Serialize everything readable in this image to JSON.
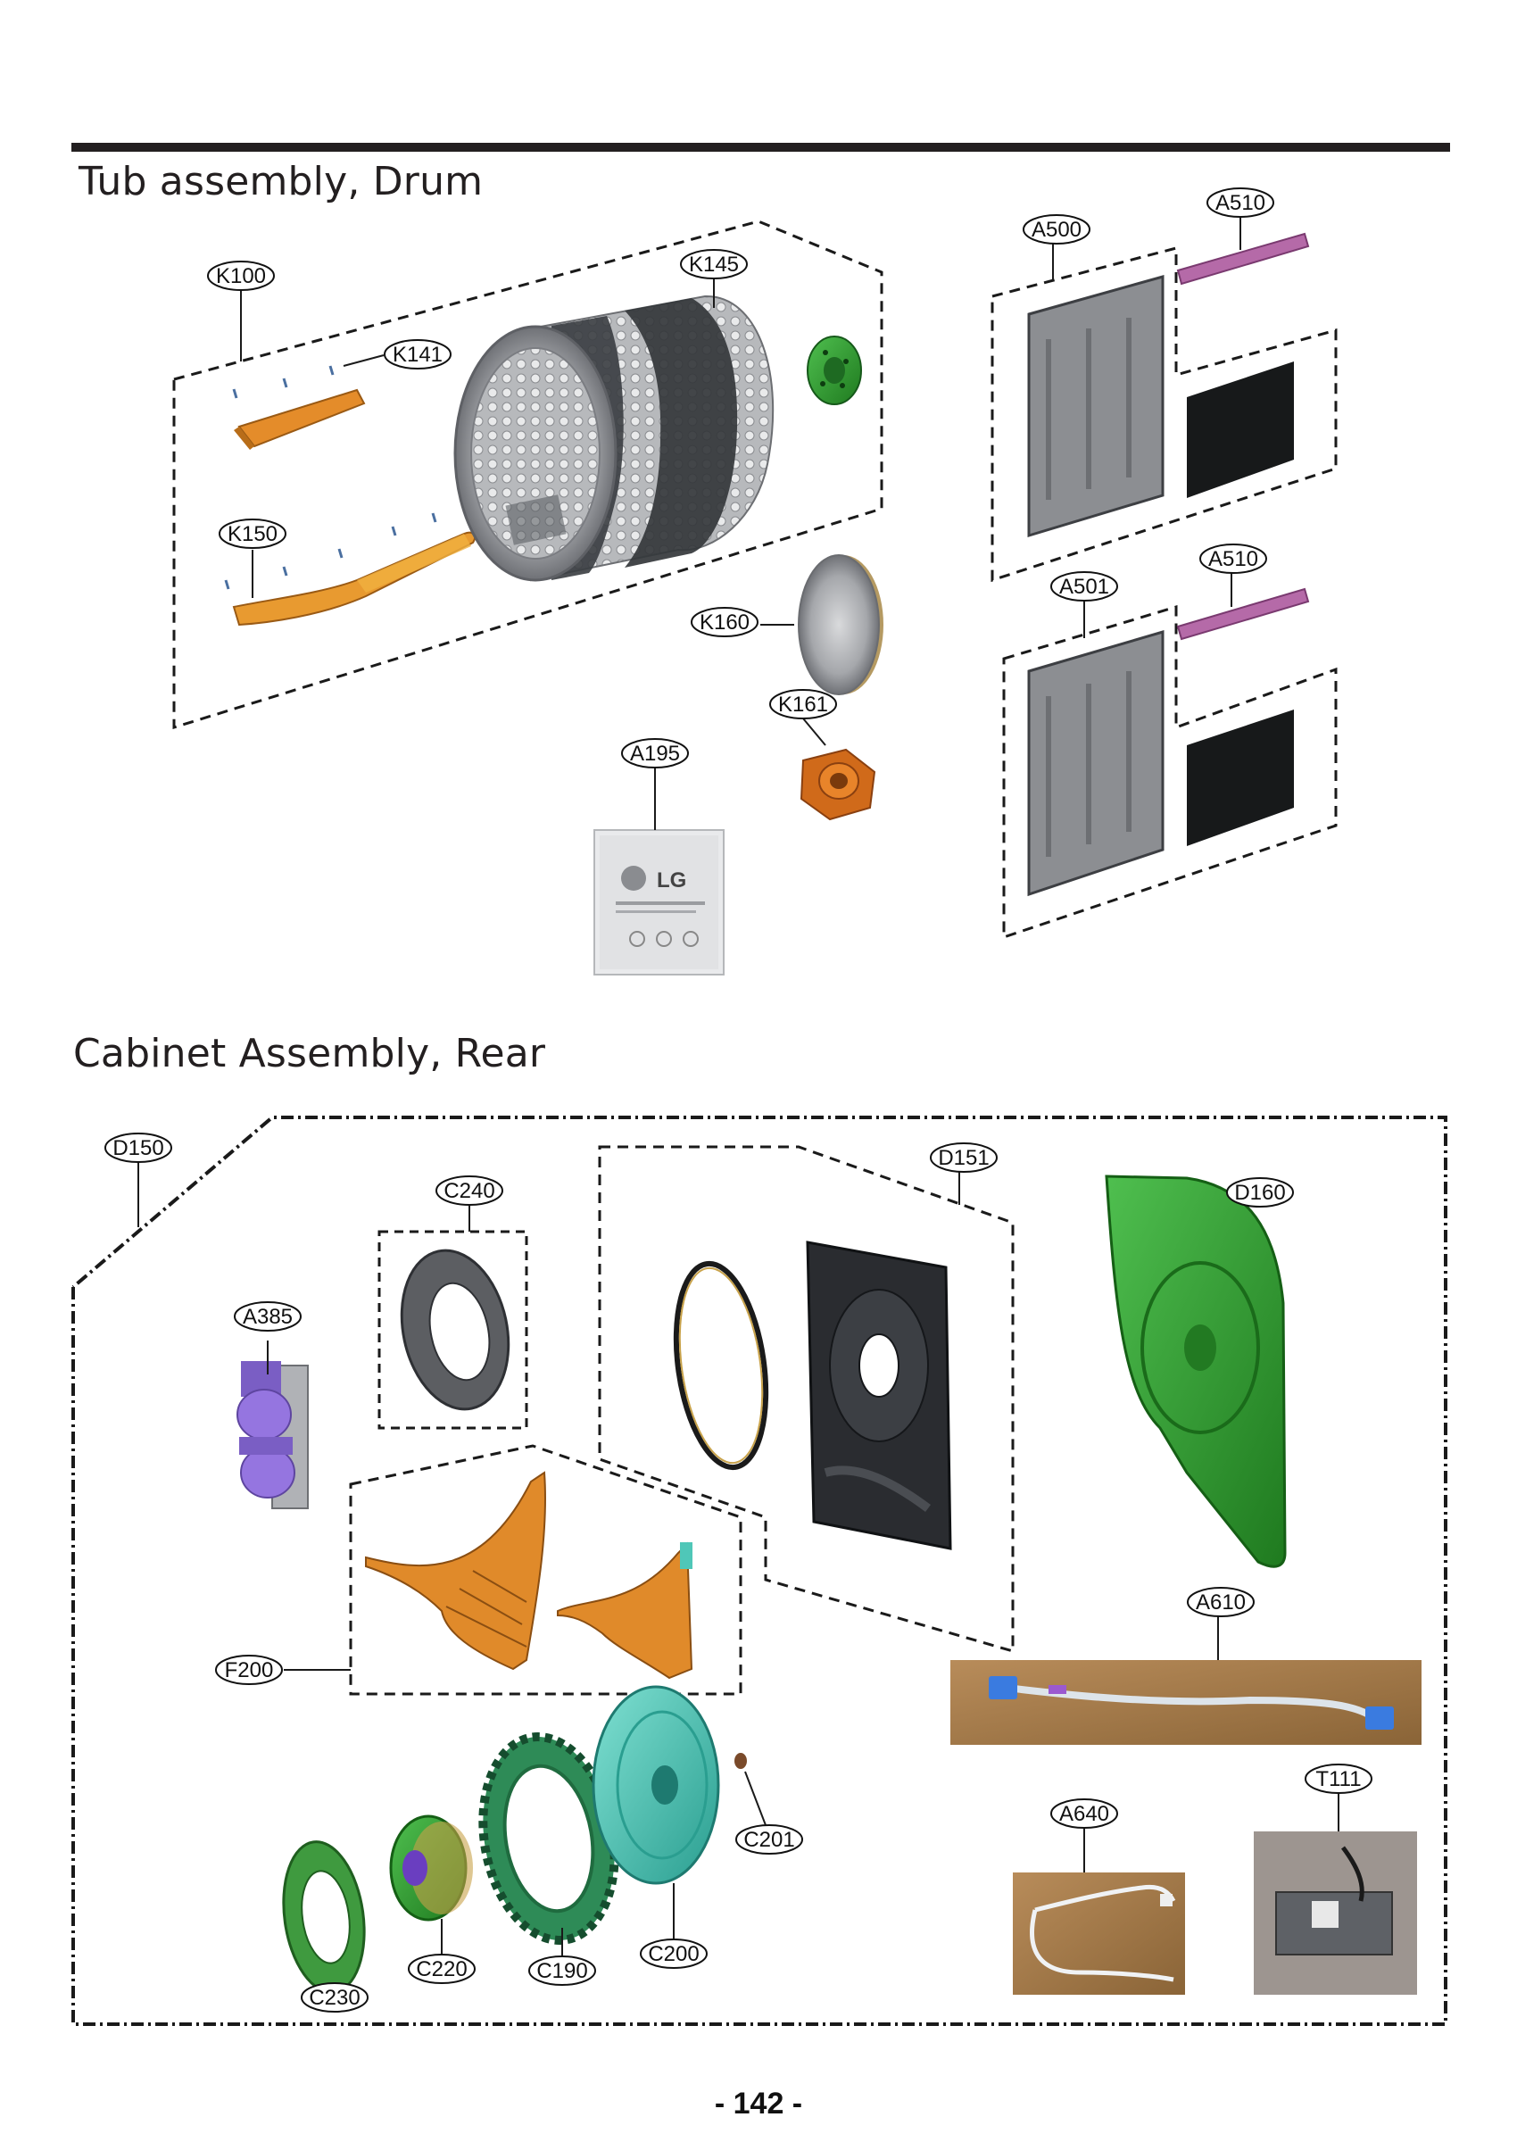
{
  "sections": {
    "tub": {
      "title": "Tub assembly, Drum"
    },
    "cabinet": {
      "title": "Cabinet Assembly, Rear"
    }
  },
  "callouts": {
    "k100": "K100",
    "k141": "K141",
    "k145": "K145",
    "k150": "K150",
    "k160": "K160",
    "k161": "K161",
    "a195": "A195",
    "a500": "A500",
    "a501": "A501",
    "a510_top": "A510",
    "a510_bottom": "A510",
    "d150": "D150",
    "c240": "C240",
    "d151": "D151",
    "d160": "D160",
    "a385": "A385",
    "f200": "F200",
    "a610": "A610",
    "t111": "T111",
    "a640": "A640",
    "c201": "C201",
    "c200": "C200",
    "c190": "C190",
    "c220": "C220",
    "c230": "C230"
  },
  "bag_label": {
    "brand": "LG"
  },
  "page_number": "- 142 -",
  "colors": {
    "orange": "#e0922e",
    "gray_panel": "#8c8e92",
    "black_pad": "#17191a",
    "green": "#3aa13a",
    "teal": "#4fc7b8",
    "purple": "#8e6bd6",
    "pink": "#b96aa8"
  }
}
